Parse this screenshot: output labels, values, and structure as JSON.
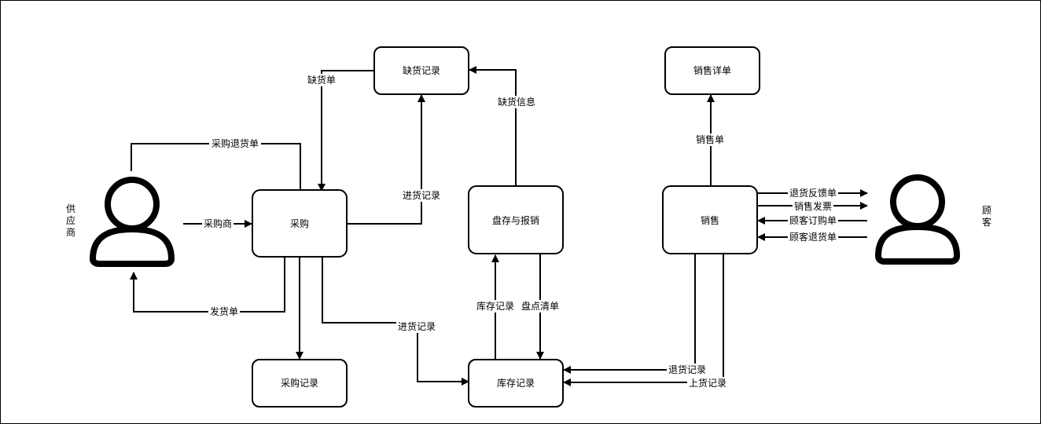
{
  "actors": {
    "supplier": {
      "label": "供\n应\n商"
    },
    "customer": {
      "label": "顾\n客"
    }
  },
  "nodes": {
    "shortage_record": "缺货记录",
    "purchase": "采购",
    "purchase_record": "采购记录",
    "inventory_writeoff": "盘存与报销",
    "stock_record": "库存记录",
    "sales": "销售",
    "sales_detail": "销售详单"
  },
  "edges": {
    "shortage_order": "缺货单",
    "purchase_return_order": "采购退货单",
    "purchase_supplier": "采购商",
    "delivery_note": "发货单",
    "stock_in_record_top": "进货记录",
    "stock_in_record_bottom": "进货记录",
    "shortage_info": "缺货信息",
    "inventory_record": "库存记录",
    "stocktake_list": "盘点清单",
    "return_record": "退货记录",
    "shelving_record": "上货记录",
    "sales_order": "销售单",
    "return_feedback": "退货反馈单",
    "sales_invoice": "销售发票",
    "customer_order": "顾客订购单",
    "customer_return": "顾客退货单"
  }
}
